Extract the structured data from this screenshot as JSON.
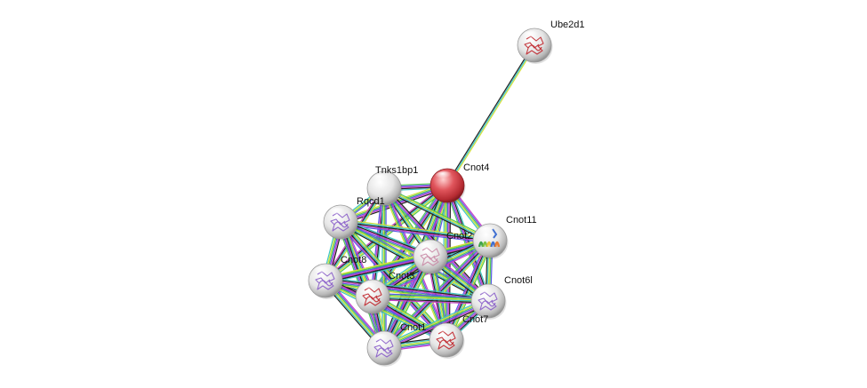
{
  "network": {
    "query_protein": "Cnot4",
    "nodes": [
      {
        "id": "Ube2d1",
        "label": "Ube2d1",
        "fill": "white",
        "structure": "red-ribbon",
        "query": false
      },
      {
        "id": "Cnot4",
        "label": "Cnot4",
        "fill": "red",
        "structure": "none",
        "query": true
      },
      {
        "id": "Tnks1bp1",
        "label": "Tnks1bp1",
        "fill": "white",
        "structure": "none",
        "query": false
      },
      {
        "id": "Rqcd1",
        "label": "Rqcd1",
        "fill": "white",
        "structure": "purple-ribbon",
        "query": false
      },
      {
        "id": "Cnot11",
        "label": "Cnot11",
        "fill": "white",
        "structure": "helix-color",
        "query": false
      },
      {
        "id": "Cnot2",
        "label": "Cnot2",
        "fill": "white",
        "structure": "pink-ribbon",
        "query": false
      },
      {
        "id": "Cnot8",
        "label": "Cnot8",
        "fill": "white",
        "structure": "purple-ribbon",
        "query": false
      },
      {
        "id": "Cnot3",
        "label": "Cnot3",
        "fill": "white",
        "structure": "red-ribbon",
        "query": false
      },
      {
        "id": "Cnot6l",
        "label": "Cnot6l",
        "fill": "white",
        "structure": "purple-ribbon",
        "query": false
      },
      {
        "id": "Cnot7",
        "label": "Cnot7",
        "fill": "white",
        "structure": "red-ribbon",
        "query": false
      },
      {
        "id": "Cnot1",
        "label": "Cnot1",
        "fill": "white",
        "structure": "purple-ribbon",
        "query": false
      }
    ],
    "edge_colors": [
      "#d4e03a",
      "#3cc6c6",
      "#222222",
      "#c73fc7",
      "#5a5ae6",
      "#52c852"
    ],
    "edges": [
      [
        "Ube2d1",
        "Cnot4",
        3
      ],
      [
        "Cnot4",
        "Tnks1bp1",
        5
      ],
      [
        "Cnot4",
        "Rqcd1",
        5
      ],
      [
        "Cnot4",
        "Cnot11",
        5
      ],
      [
        "Cnot4",
        "Cnot2",
        6
      ],
      [
        "Cnot4",
        "Cnot8",
        5
      ],
      [
        "Cnot4",
        "Cnot3",
        6
      ],
      [
        "Cnot4",
        "Cnot6l",
        5
      ],
      [
        "Cnot4",
        "Cnot7",
        6
      ],
      [
        "Cnot4",
        "Cnot1",
        6
      ],
      [
        "Tnks1bp1",
        "Rqcd1",
        4
      ],
      [
        "Tnks1bp1",
        "Cnot2",
        4
      ],
      [
        "Tnks1bp1",
        "Cnot8",
        4
      ],
      [
        "Tnks1bp1",
        "Cnot3",
        4
      ],
      [
        "Tnks1bp1",
        "Cnot6l",
        4
      ],
      [
        "Tnks1bp1",
        "Cnot7",
        4
      ],
      [
        "Tnks1bp1",
        "Cnot1",
        4
      ],
      [
        "Tnks1bp1",
        "Cnot11",
        4
      ],
      [
        "Rqcd1",
        "Cnot11",
        5
      ],
      [
        "Rqcd1",
        "Cnot2",
        6
      ],
      [
        "Rqcd1",
        "Cnot8",
        6
      ],
      [
        "Rqcd1",
        "Cnot3",
        6
      ],
      [
        "Rqcd1",
        "Cnot6l",
        5
      ],
      [
        "Rqcd1",
        "Cnot7",
        6
      ],
      [
        "Rqcd1",
        "Cnot1",
        6
      ],
      [
        "Cnot11",
        "Cnot2",
        6
      ],
      [
        "Cnot11",
        "Cnot8",
        5
      ],
      [
        "Cnot11",
        "Cnot3",
        6
      ],
      [
        "Cnot11",
        "Cnot6l",
        5
      ],
      [
        "Cnot11",
        "Cnot7",
        6
      ],
      [
        "Cnot11",
        "Cnot1",
        6
      ],
      [
        "Cnot2",
        "Cnot8",
        6
      ],
      [
        "Cnot2",
        "Cnot3",
        6
      ],
      [
        "Cnot2",
        "Cnot6l",
        6
      ],
      [
        "Cnot2",
        "Cnot7",
        6
      ],
      [
        "Cnot2",
        "Cnot1",
        6
      ],
      [
        "Cnot8",
        "Cnot3",
        6
      ],
      [
        "Cnot8",
        "Cnot6l",
        6
      ],
      [
        "Cnot8",
        "Cnot7",
        6
      ],
      [
        "Cnot8",
        "Cnot1",
        6
      ],
      [
        "Cnot3",
        "Cnot6l",
        6
      ],
      [
        "Cnot3",
        "Cnot7",
        6
      ],
      [
        "Cnot3",
        "Cnot1",
        6
      ],
      [
        "Cnot6l",
        "Cnot7",
        6
      ],
      [
        "Cnot6l",
        "Cnot1",
        6
      ],
      [
        "Cnot7",
        "Cnot1",
        6
      ]
    ]
  }
}
